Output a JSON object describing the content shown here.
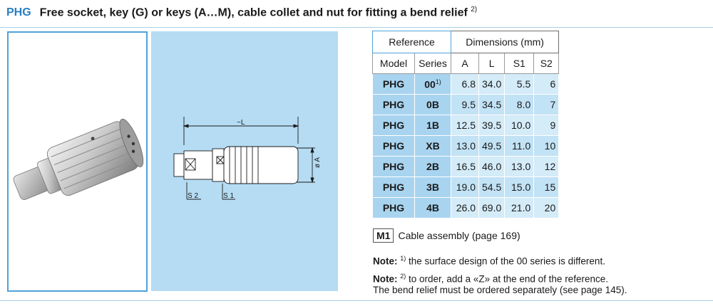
{
  "heading": {
    "code": "PHG",
    "title": "Free socket, key (G) or keys (A…M), cable collet and nut for fitting a bend relief",
    "footnote_ref": "2)"
  },
  "drawing": {
    "label_L": "~L",
    "label_A": "ø A",
    "label_S2": "S 2",
    "label_S1": "S 1"
  },
  "table": {
    "group_reference": "Reference",
    "group_dimensions": "Dimensions (mm)",
    "columns": [
      "Model",
      "Series",
      "A",
      "L",
      "S1",
      "S2"
    ],
    "rows": [
      {
        "model": "PHG",
        "series": "00",
        "series_sup": "1)",
        "A": "6.8",
        "L": "34.0",
        "S1": "5.5",
        "S2": "6"
      },
      {
        "model": "PHG",
        "series": "0B",
        "series_sup": "",
        "A": "9.5",
        "L": "34.5",
        "S1": "8.0",
        "S2": "7"
      },
      {
        "model": "PHG",
        "series": "1B",
        "series_sup": "",
        "A": "12.5",
        "L": "39.5",
        "S1": "10.0",
        "S2": "9"
      },
      {
        "model": "PHG",
        "series": "XB",
        "series_sup": "",
        "A": "13.0",
        "L": "49.5",
        "S1": "11.0",
        "S2": "10"
      },
      {
        "model": "PHG",
        "series": "2B",
        "series_sup": "",
        "A": "16.5",
        "L": "46.0",
        "S1": "13.0",
        "S2": "12"
      },
      {
        "model": "PHG",
        "series": "3B",
        "series_sup": "",
        "A": "19.0",
        "L": "54.5",
        "S1": "15.0",
        "S2": "15"
      },
      {
        "model": "PHG",
        "series": "4B",
        "series_sup": "",
        "A": "26.0",
        "L": "69.0",
        "S1": "21.0",
        "S2": "20"
      }
    ]
  },
  "m1": {
    "badge": "M1",
    "text": "Cable assembly (page 169)"
  },
  "notes": [
    {
      "label": "Note:",
      "sup": "1)",
      "text": " the surface design of the 00 series is different.",
      "line2": ""
    },
    {
      "label": "Note:",
      "sup": "2)",
      "text": " to order, add a «Z» at the end of the reference.",
      "line2": "The bend relief must be ordered separately (see page 145)."
    }
  ],
  "colors": {
    "accent": "#2a7fc1",
    "panel_blue": "#b5dcf3",
    "ref_cell_blue": "#a8d4f0",
    "dim_cell_blue": "#d4ebf8",
    "photo_border": "#4fa3d9"
  }
}
